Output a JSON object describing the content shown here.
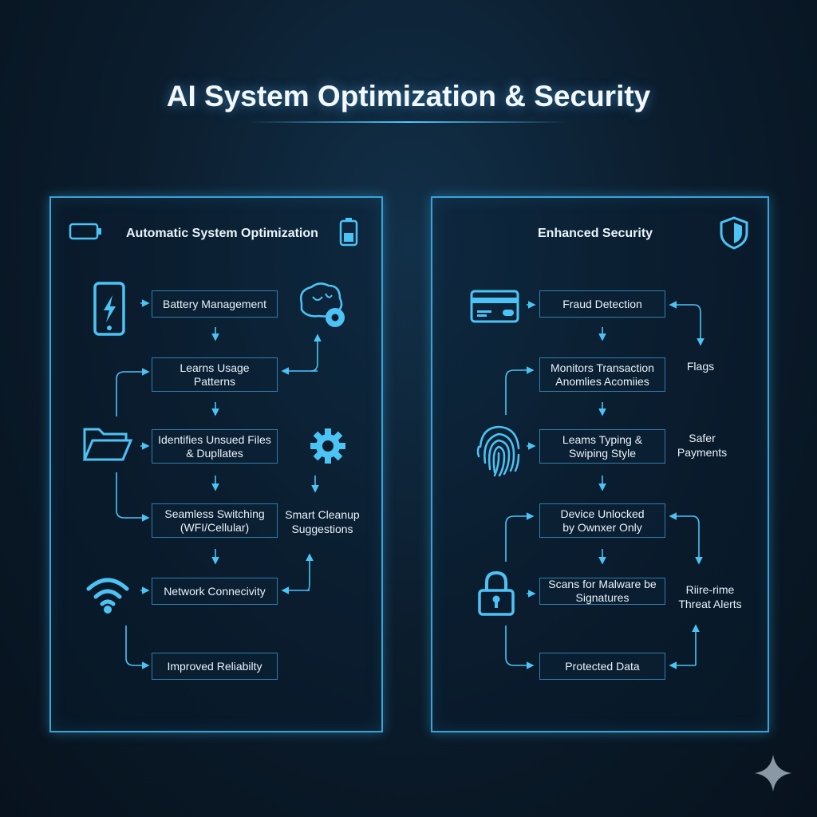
{
  "title": "AI System Optimization & Security",
  "accent_color": "#4cc3f5",
  "left_panel": {
    "title": "Automatic System Optimization",
    "steps": [
      "Battery Management",
      "Learns Usage\nPatterns",
      "Identifies Unsued Files\n& Dupllates",
      "Seamless Switching\n(WFI/Cellular)",
      "Network Connecivity",
      "Improved Reliabilty"
    ],
    "side_label": "Smart Cleanup\nSuggestions",
    "icons": [
      "battery-empty-icon",
      "battery-low-icon",
      "phone-charging-icon",
      "brain-gear-icon",
      "folder-icon",
      "gear-icon",
      "wifi-icon"
    ]
  },
  "right_panel": {
    "title": "Enhanced Security",
    "steps": [
      "Fraud Detection",
      "Monitors Transaction\nAnomlies Acomiies",
      "Leams Typing &\nSwiping Style",
      "Device Unlocked\nby Ownxer Only",
      "Scans for Malware be\nSignatures",
      "Protected Data"
    ],
    "side_labels": [
      "Flags",
      "Safer\nPayments",
      "Riire-rime\nThreat Alerts"
    ],
    "icons": [
      "shield-icon",
      "credit-card-icon",
      "fingerprint-icon",
      "lock-icon"
    ]
  }
}
